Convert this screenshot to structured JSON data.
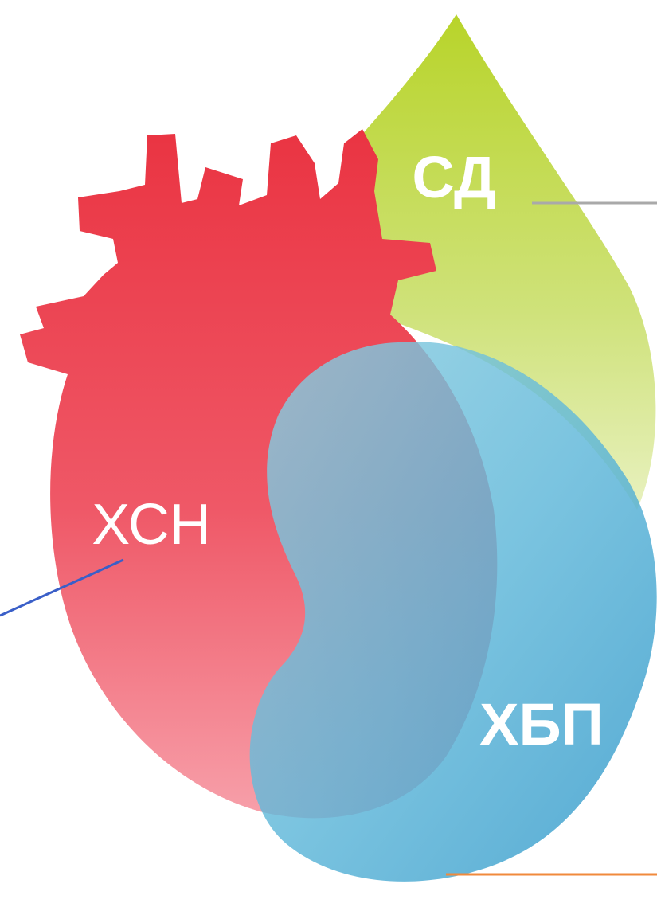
{
  "diagram": {
    "labels": {
      "diabetes": "СД",
      "heart_failure": "ХСН",
      "kidney_disease": "ХБП"
    },
    "colors": {
      "heart": "#ef3a4a",
      "drop": "#b3d335",
      "kidney": "#3ea3cf",
      "line_gray": "#a9a9a9",
      "line_blue": "#3a5fc8",
      "line_orange": "#f08a3c"
    },
    "icons": {
      "heart": "heart-icon",
      "drop": "blood-drop-icon",
      "kidney": "kidney-icon"
    }
  }
}
